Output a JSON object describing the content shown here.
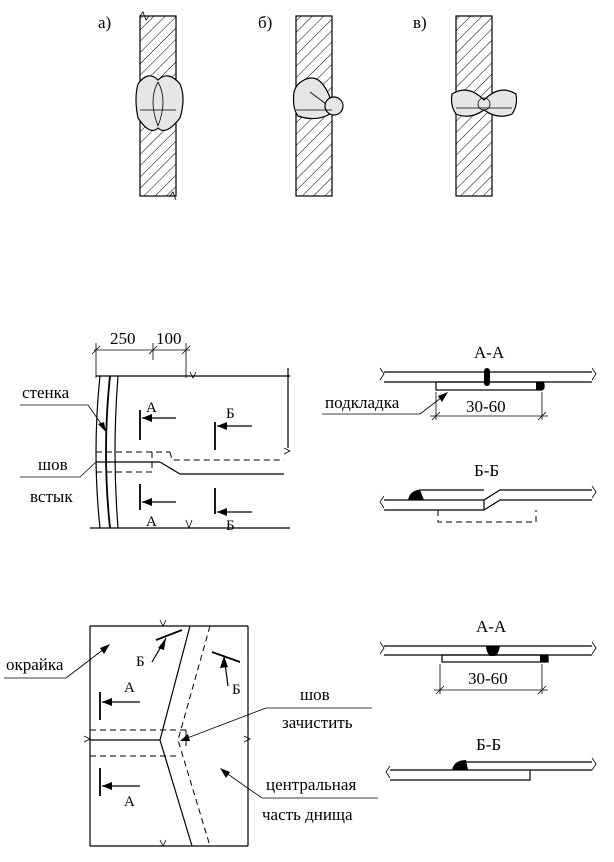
{
  "top": {
    "label_a": "а)",
    "label_b": "б)",
    "label_v": "в)"
  },
  "middle": {
    "dim_250": "250",
    "dim_100": "100",
    "stenka": "стенка",
    "shov": "шов",
    "vstyk": "встык",
    "A": "А",
    "B": "Б",
    "section_aa": "А-А",
    "section_bb": "Б-Б",
    "podkladka": "подкладка",
    "dim_30_60": "30-60"
  },
  "bottom": {
    "okraika": "окрайка",
    "shov": "шов",
    "zachistit": "зачистить",
    "centralnaya": "центральная",
    "chast_dnisha": "часть днища",
    "A": "А",
    "B": "Б",
    "section_aa": "А-А",
    "section_bb": "Б-Б",
    "dim_30_60": "30-60"
  }
}
